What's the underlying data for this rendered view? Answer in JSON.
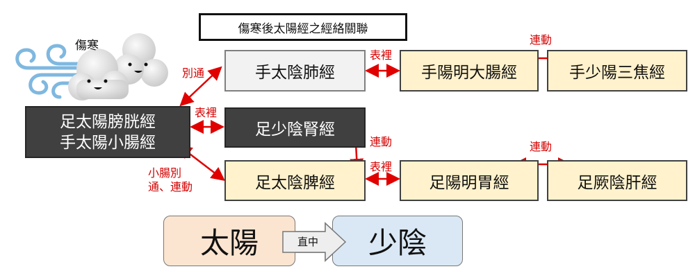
{
  "title": "傷寒後太陽經之經絡關聯",
  "cold_label": "傷寒",
  "nodes": {
    "taiyang": [
      "足太陽膀胱經",
      "手太陽小腸經"
    ],
    "lung": "手太陰肺經",
    "large_intestine": "手陽明大腸經",
    "sanjiao": "手少陽三焦經",
    "kidney": "足少陰腎經",
    "spleen": "足太陰脾經",
    "stomach": "足陽明胃經",
    "liver": "足厥陰肝經"
  },
  "relations": {
    "bietong": "別通",
    "biaoli_left": "表裡",
    "small_intestine": [
      "小腸別",
      "通、連動"
    ],
    "biaoli_top": "表裡",
    "liandong_top": "連動",
    "liandong_vertical": "連動",
    "biaoli_bottom": "表裡",
    "liandong_bottom": "連動"
  },
  "bottom": {
    "from": "太陽",
    "arrow": "直中",
    "to": "少陰"
  },
  "colors": {
    "arrow": "#e00000",
    "dark": "#404040",
    "yellow": "#fff2cc",
    "orange": "#fbe5d1",
    "blue": "#dae8f5"
  }
}
